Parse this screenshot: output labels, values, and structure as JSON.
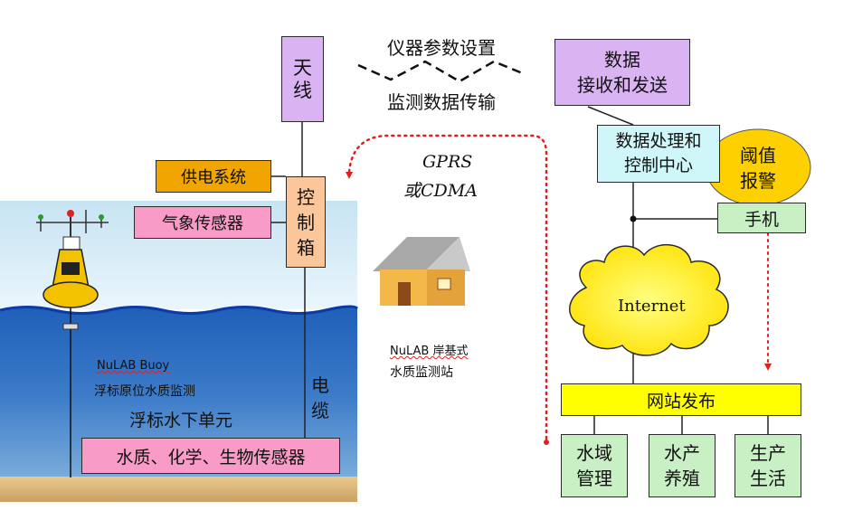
{
  "labels": {
    "antenna": [
      "天",
      "线"
    ],
    "control_box": [
      "控",
      "制",
      "箱"
    ],
    "power_system": "供电系统",
    "weather_sensor": "气象传感器",
    "cable": [
      "电",
      "缆"
    ],
    "buoy_name_en": "NuLAB Buoy",
    "buoy_name_cn": "浮标原位水质监测",
    "underwater_unit": "浮标水下单元",
    "sensors": "水质、化学、生物传感器",
    "config": "仪器参数设置",
    "transfer": "监测数据传输",
    "gprs": "GPRS",
    "cdma": "或CDMA",
    "shore_station_1": "NuLAB 岸基式",
    "shore_station_2": "水质监测站",
    "data_rx": [
      "数据",
      "接收和发送"
    ],
    "processing": [
      "数据处理和",
      "控制中心"
    ],
    "alarm": [
      "阈值",
      "报警"
    ],
    "phone": "手机",
    "internet": "Internet",
    "publish": "网站发布",
    "water_mgmt": [
      "水域",
      "管理"
    ],
    "aquaculture": [
      "水产",
      "养殖"
    ],
    "production": [
      "生产",
      "生活"
    ]
  },
  "colors": {
    "lavender": "#d9b3f2",
    "orange": "#f0a500",
    "pink": "#f89bc6",
    "peach": "#fac69a",
    "cyan": "#cff6f8",
    "gold": "#ffd000",
    "green": "#c9efc5",
    "yellow": "#ffff00",
    "sea_top": "#dff1fa",
    "sea_deep": "#2f6fbd",
    "dots_red": "#e02020"
  }
}
